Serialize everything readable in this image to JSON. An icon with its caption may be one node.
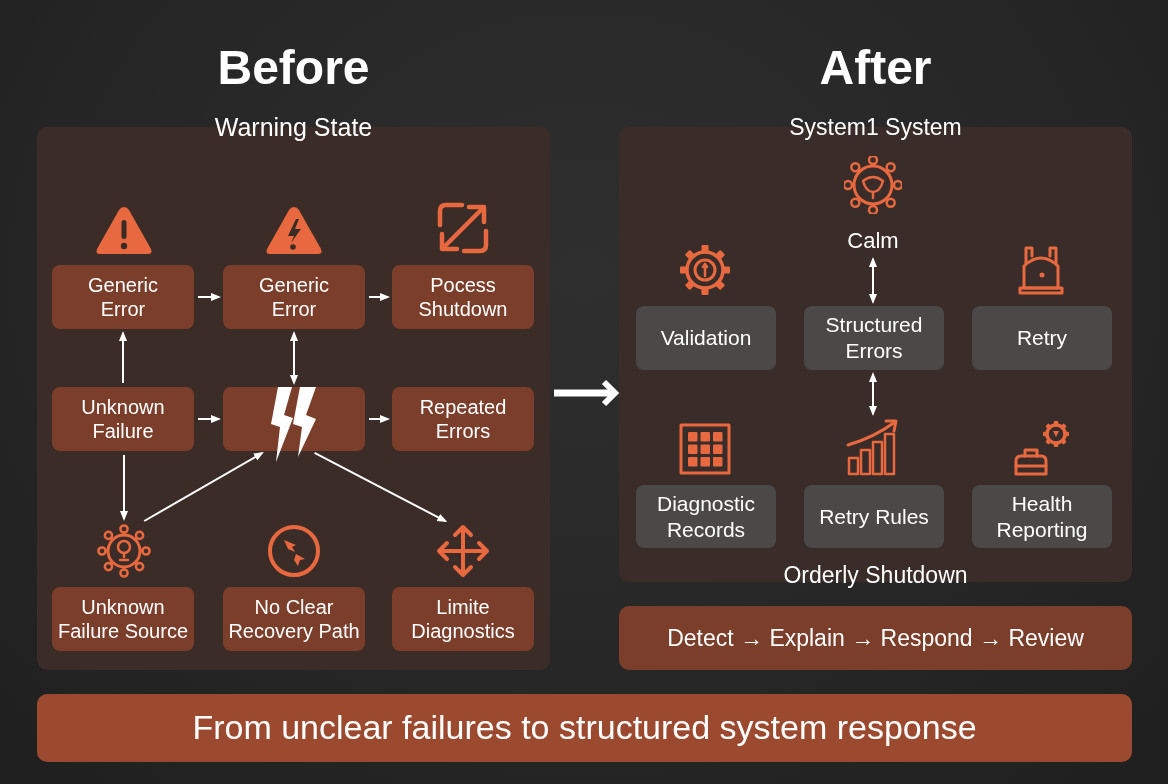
{
  "diagram": {
    "nodes": [
      {
        "text": [
          "Before",
          "Warning State"
        ]
      },
      {
        "text": [
          "Generic Error"
        ],
        "in": 0
      },
      {
        "text": [
          "Generic Error"
        ],
        "in": 0
      },
      {
        "text": [
          "Pocess Shutdown"
        ],
        "in": 0
      },
      {
        "text": [
          "Unknown Failure"
        ],
        "in": 0
      },
      {
        "text": [],
        "shape": "box",
        "in": 0
      },
      {
        "text": [
          "Repeated Errors"
        ],
        "in": 0
      },
      {
        "text": [],
        "shape": "picture",
        "in": 0
      },
      {
        "text": [
          "Unknown Failure Source"
        ],
        "in": 0
      },
      {
        "text": [
          "No Clear Recovery Path"
        ],
        "in": 0
      },
      {
        "text": [],
        "shape": "picture",
        "in": 0
      },
      {
        "text": [
          "Limite Diagnostics"
        ],
        "in": 0
      },
      {
        "text": [
          "After",
          "System1 System",
          "Orderly Shutdown"
        ]
      },
      {
        "text": [
          "Calm"
        ],
        "in": 12
      },
      {
        "text": [
          "Validation"
        ],
        "in": 12
      },
      {
        "text": [
          "Structured Errors"
        ],
        "in": 12
      },
      {
        "text": [
          "Retry"
        ],
        "in": 12
      },
      {
        "text": [],
        "shape": "picture",
        "in": 12
      },
      {
        "text": [
          "Diagnostic Records"
        ],
        "in": 12
      },
      {
        "text": [
          "Retry Rules"
        ],
        "in": 12
      },
      {
        "text": [
          "Health Reporting"
        ],
        "in": 12
      },
      {
        "text": [
          "Detect → Explain → Respond → Review"
        ]
      },
      {
        "text": [
          "From unclear failures to structured system response"
        ]
      }
    ],
    "edges": [
      {
        "from": 1,
        "to": 2,
        "arrow": "to"
      },
      {
        "from": 2,
        "to": 3,
        "arrow": "to"
      },
      {
        "from": 4,
        "to": 1,
        "arrow": "to"
      },
      {
        "from": 2,
        "to": 5,
        "arrow": "both"
      },
      {
        "from": 4,
        "to": 5,
        "arrow": "to"
      },
      {
        "from": 5,
        "to": 6,
        "arrow": "to"
      },
      {
        "from": 4,
        "to": 7,
        "arrow": "to"
      },
      {
        "from": 7,
        "to": 5,
        "arrow": "to"
      },
      {
        "from": 5,
        "to": 10,
        "arrow": "to"
      },
      {
        "from": 0,
        "to": 12,
        "arrow": "to",
        "style": "thick"
      },
      {
        "from": 13,
        "to": 15,
        "arrow": "both"
      },
      {
        "from": 15,
        "to": 17,
        "arrow": "both"
      }
    ]
  }
}
